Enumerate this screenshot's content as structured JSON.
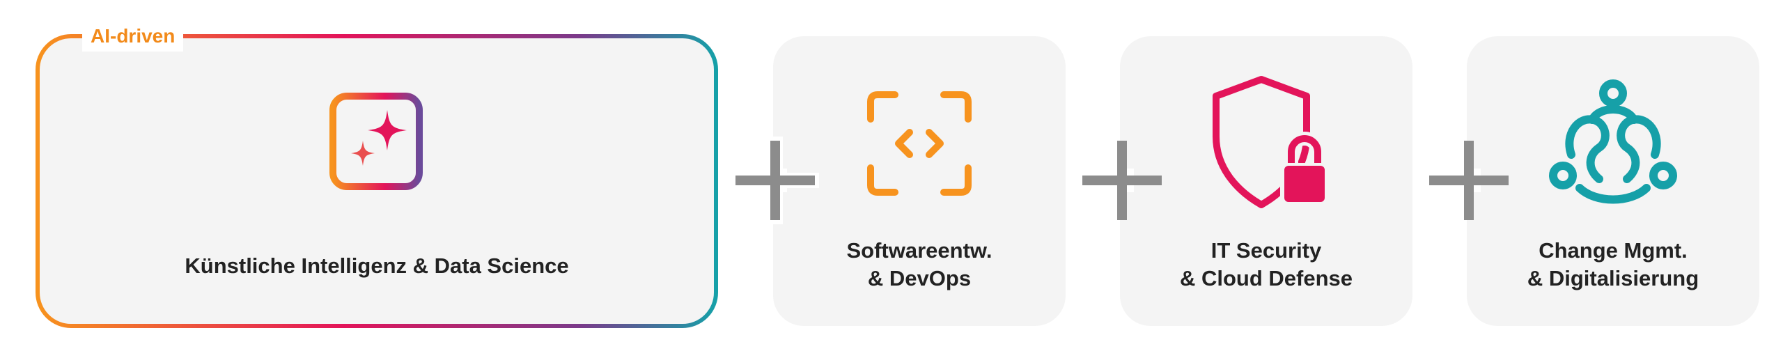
{
  "badge": {
    "text": "AI-driven"
  },
  "cards": [
    {
      "id": "ai",
      "label": "Künstliche Intelligenz & Data Science",
      "icon": "ai-chip-sparkle-icon"
    },
    {
      "id": "software",
      "label": "Softwareentw.\n& DevOps",
      "icon": "code-brackets-icon"
    },
    {
      "id": "security",
      "label": "IT Security\n& Cloud Defense",
      "icon": "shield-lock-icon"
    },
    {
      "id": "change",
      "label": "Change Mgmt.\n& Digitalisierung",
      "icon": "people-network-icon"
    }
  ],
  "colors": {
    "orange": "#f7931e",
    "pink": "#e3145a",
    "teal": "#16a0a8",
    "purple": "#6b3f8e",
    "gray_plus": "#8c8c8c",
    "card_bg": "#f4f4f4",
    "text": "#222222"
  }
}
